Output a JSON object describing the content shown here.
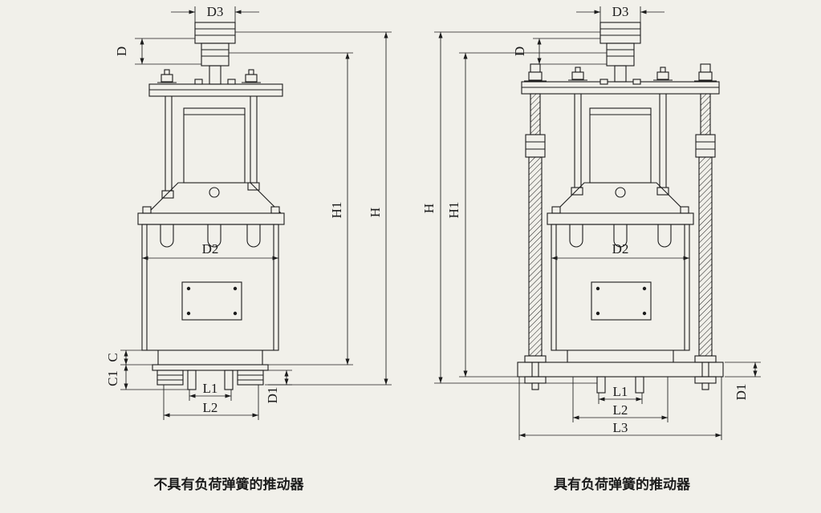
{
  "page": {
    "background": "#f1f0ea",
    "line_color": "#1c1c1c"
  },
  "left_figure": {
    "caption": "不具有负荷弹簧的推动器",
    "labels": {
      "d3": "D3",
      "d": "D",
      "d2": "D2",
      "c": "C",
      "c1": "C1",
      "l1": "L1",
      "l2": "L2",
      "d1": "D1",
      "h1": "H1",
      "h": "H"
    }
  },
  "right_figure": {
    "caption": "具有负荷弹簧的推动器",
    "labels": {
      "d3": "D3",
      "d": "D",
      "d2": "D2",
      "l1": "L1",
      "l2": "L2",
      "l3": "L3",
      "d1": "D1",
      "h1": "H1",
      "h": "H"
    }
  }
}
